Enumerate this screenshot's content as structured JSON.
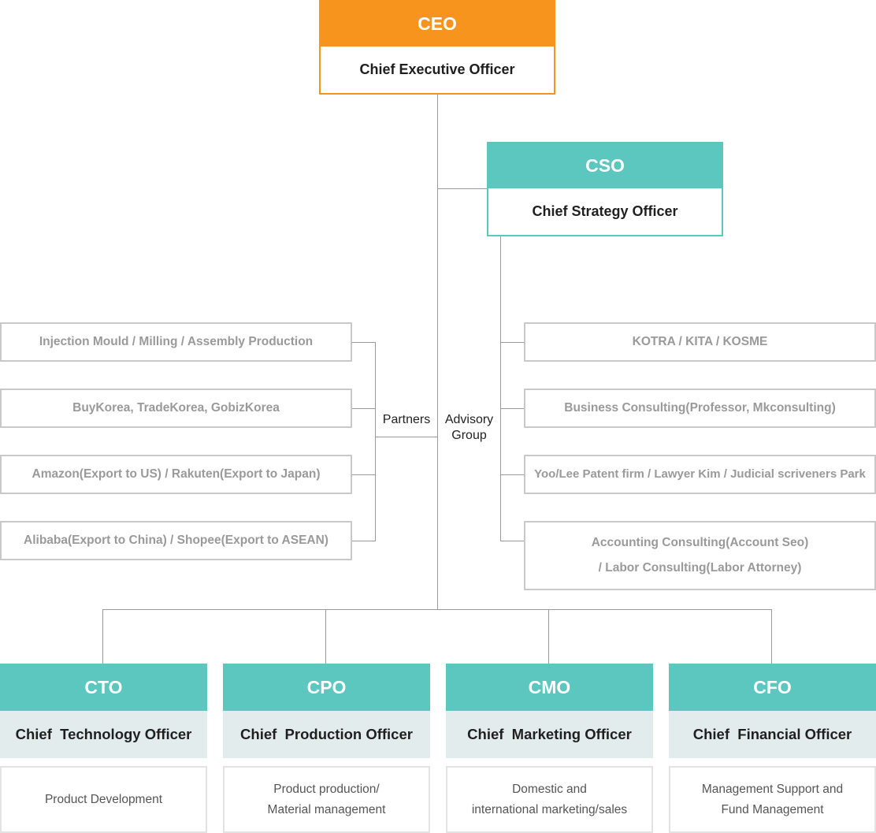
{
  "ceo": {
    "abbr": "CEO",
    "title": "Chief Executive Officer"
  },
  "cso": {
    "abbr": "CSO",
    "title": "Chief Strategy Officer"
  },
  "partners": {
    "label": "Partners",
    "items": [
      "Injection Mould / Milling / Assembly Production",
      "BuyKorea, TradeKorea, GobizKorea",
      "Amazon(Export to US) / Rakuten(Export to Japan)",
      "Alibaba(Export to China) / Shopee(Export to ASEAN)"
    ]
  },
  "advisory": {
    "label_line1": "Advisory",
    "label_line2": "Group",
    "items": [
      {
        "line1": "KOTRA / KITA / KOSME",
        "line2": ""
      },
      {
        "line1": "Business Consulting(Professor, Mkconsulting)",
        "line2": ""
      },
      {
        "line1": "Yoo/Lee Patent firm / Lawyer Kim / Judicial scriveners Park",
        "line2": ""
      },
      {
        "line1": "Accounting Consulting(Account Seo)",
        "line2": "/ Labor Consulting(Labor Attorney)"
      }
    ]
  },
  "officers": [
    {
      "abbr": "CTO",
      "title": "Chief  Technology Officer",
      "desc1": "Product Development",
      "desc2": ""
    },
    {
      "abbr": "CPO",
      "title": "Chief  Production Officer",
      "desc1": "Product production/",
      "desc2": "Material management"
    },
    {
      "abbr": "CMO",
      "title": "Chief  Marketing Officer",
      "desc1": "Domestic and",
      "desc2": "international marketing/sales"
    },
    {
      "abbr": "CFO",
      "title": "Chief  Financial Officer",
      "desc1": "Management Support and",
      "desc2": "Fund Management"
    }
  ],
  "colors": {
    "ceo": "#f7941e",
    "teal": "#5bc7be",
    "subtitle_bg": "#e3eced",
    "line": "#9a9a9a"
  }
}
